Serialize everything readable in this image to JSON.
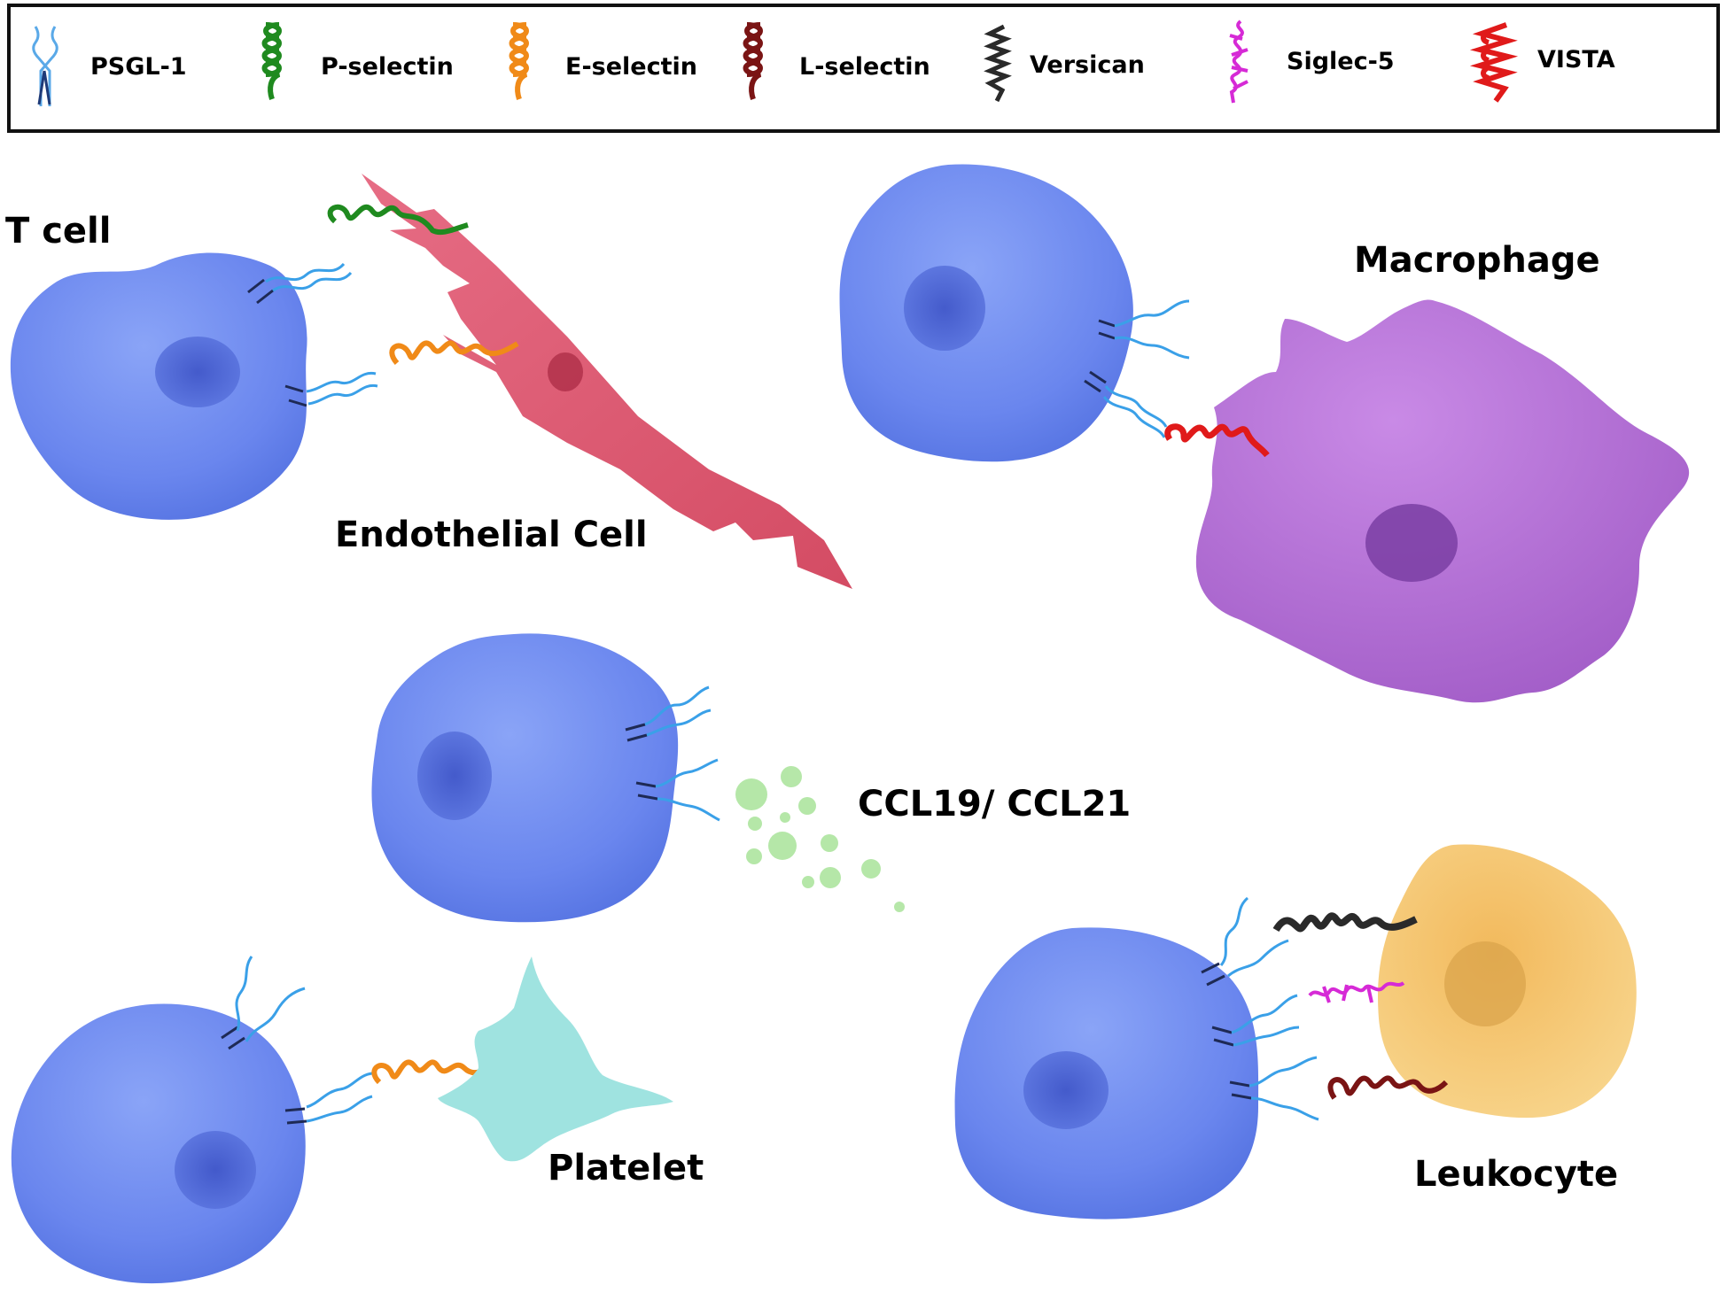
{
  "legend": {
    "items": [
      {
        "label": "PSGL-1",
        "icon": "psgl1-icon",
        "color": "#3b8fd9"
      },
      {
        "label": "P-selectin",
        "icon": "p-selectin-icon",
        "color": "#1f8a1f"
      },
      {
        "label": "E-selectin",
        "icon": "e-selectin-icon",
        "color": "#f08a18"
      },
      {
        "label": "L-selectin",
        "icon": "l-selectin-icon",
        "color": "#7a1414"
      },
      {
        "label": "Versican",
        "icon": "versican-icon",
        "color": "#2a2a2a"
      },
      {
        "label": "Siglec-5",
        "icon": "siglec5-icon",
        "color": "#d62ad6"
      },
      {
        "label": "VISTA",
        "icon": "vista-icon",
        "color": "#e01a1a"
      }
    ]
  },
  "labels": {
    "t_cell": "T cell",
    "endothelial_cell": "Endothelial Cell",
    "macrophage": "Macrophage",
    "ccl": "CCL19/ CCL21",
    "platelet": "Platelet",
    "leukocyte": "Leukocyte"
  },
  "colors": {
    "t_cell": "#6a86ee",
    "t_cell_nucleus": "#3f57c9",
    "endothelial": "#d8455f",
    "macrophage": "#b06cd2",
    "macrophage_nucleus": "#7a3ea3",
    "leukocyte": "#f4c46a",
    "platelet": "#9fe3e0",
    "chemokine": "#a9e39a"
  }
}
